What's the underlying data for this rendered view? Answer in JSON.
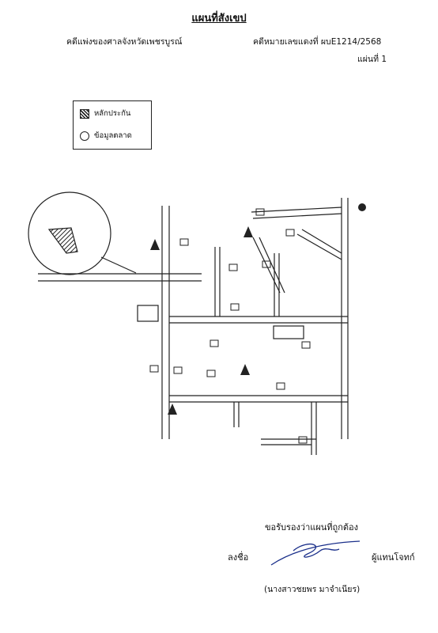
{
  "header": {
    "title": "แผนที่สังเขป",
    "court": "คดีแพ่งของศาลจังหวัดเพชรบูรณ์",
    "case_number": "คดีหมายเลขแดงที่ ผบE1214/2568",
    "sheet": "แผ่นที่ 1"
  },
  "legend": {
    "collateral": "หลักประกัน",
    "market_data": "ข้อมูลตลาด"
  },
  "map": {
    "colors": {
      "ink": "#222222",
      "paper": "#ffffff"
    }
  },
  "footer": {
    "certify": "ขอรับรองว่าแผนที่ถูกต้อง",
    "sign_label": "ลงชื่อ",
    "signer_role": "ผู้แทนโจทก์",
    "signer_name": "(นางสาวชยพร มาจำเนียร)"
  }
}
